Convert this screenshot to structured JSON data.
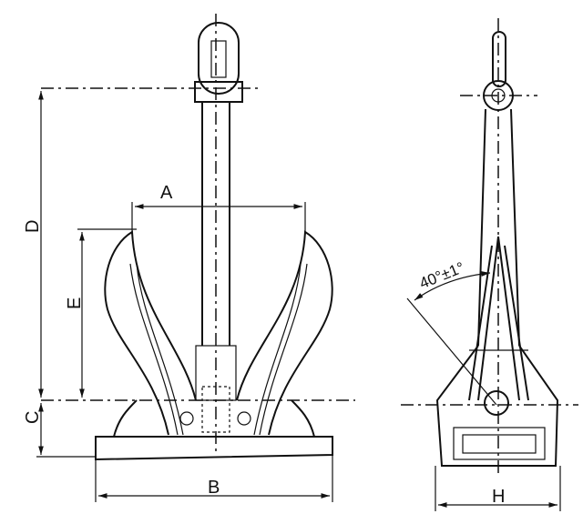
{
  "labels": {
    "A": "A",
    "B": "B",
    "C": "C",
    "D": "D",
    "E": "E",
    "H": "H",
    "angle": "40°±1°"
  }
}
